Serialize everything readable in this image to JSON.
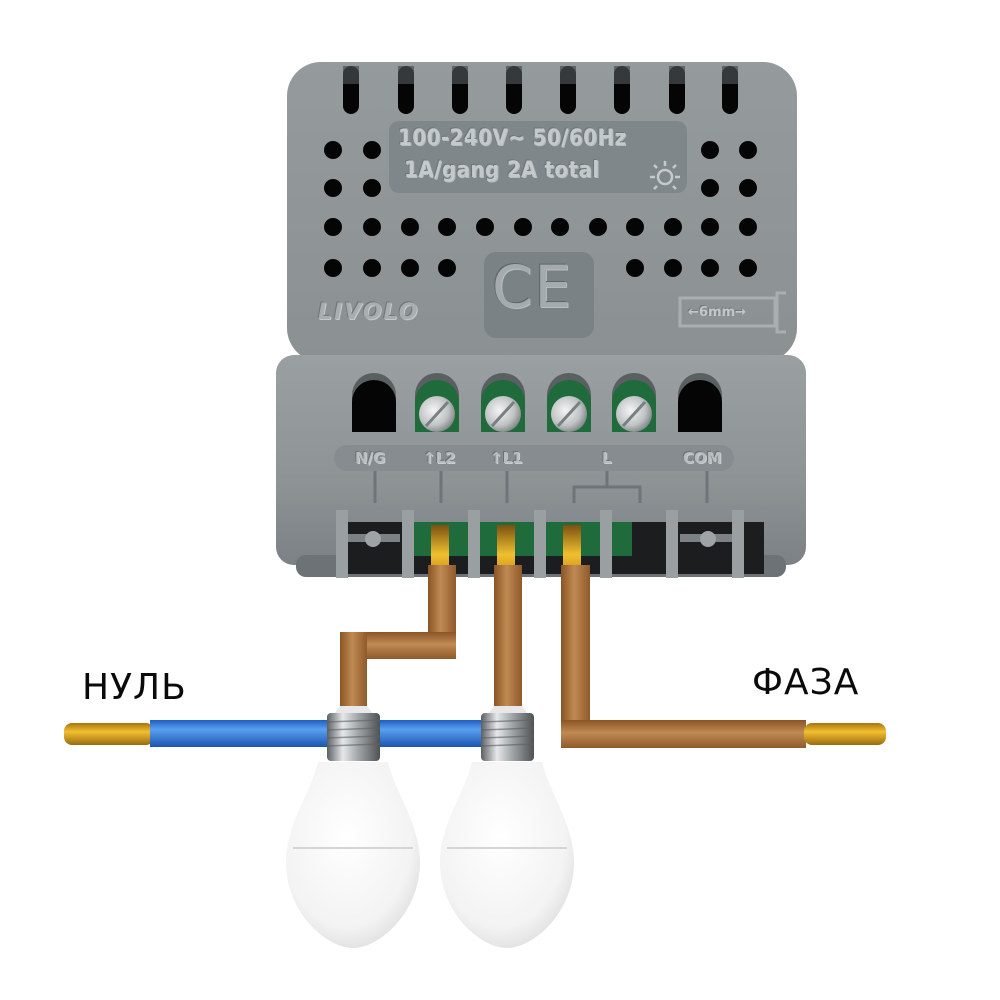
{
  "device": {
    "brand": "LIVOLO",
    "spec_line_1": "100-240V~  50/60Hz",
    "spec_line_2": "1A/gang 2A total",
    "spec_icon": "bulb-light-icon",
    "certification": "CE",
    "strip_length": "←6mm→",
    "terminals": [
      {
        "label": "N/G",
        "type": "socket-empty"
      },
      {
        "label": "↑L2",
        "type": "screw"
      },
      {
        "label": "↑L1",
        "type": "screw"
      },
      {
        "label": "L",
        "type": "screw-bridged-2"
      },
      {
        "label": "COM",
        "type": "socket-empty"
      }
    ],
    "colors": {
      "body": "#8f9597",
      "terminal_green": "#1f6b3c",
      "dark_hole": "#050505"
    }
  },
  "wires": {
    "neutral": {
      "label": "НУЛЬ",
      "color": "#2a6fd0",
      "tip_color": "#d4a020"
    },
    "phase": {
      "label": "ФАЗА",
      "color": "#a8703a",
      "tip_color": "#d4a020"
    },
    "loads": [
      {
        "name": "bulb-1",
        "connected_terminal": "L2"
      },
      {
        "name": "bulb-2",
        "connected_terminal": "L1"
      }
    ]
  }
}
